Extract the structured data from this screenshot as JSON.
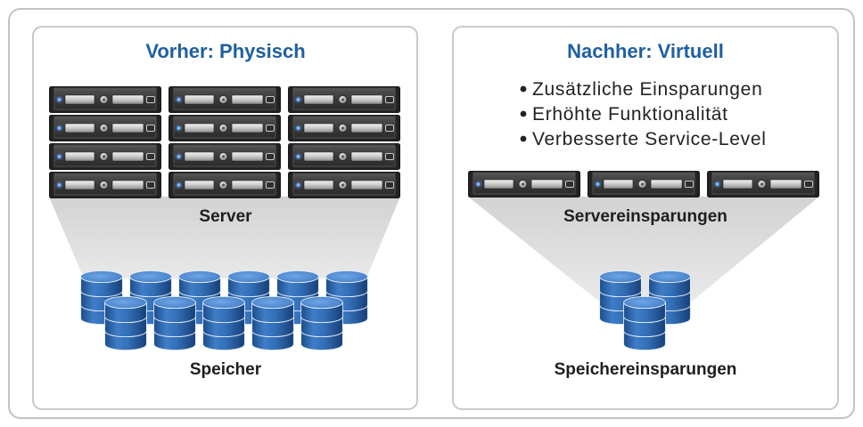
{
  "colors": {
    "title_blue": "#1f5fa0",
    "label_text": "#1e1e1e",
    "bullet_text": "#222222",
    "panel_border": "#c9c9c9",
    "frame_border": "#c2c2c2",
    "storage_blue": "#3470b8",
    "server_dark": "#2e2e2e",
    "funnel_gray": "#d3d3d3"
  },
  "icons": {
    "server": "server-rack-unit-icon",
    "storage": "storage-disk-stack-icon"
  },
  "left_panel": {
    "title": "Vorher: Physisch",
    "server_label": "Server",
    "storage_label": "Speicher"
  },
  "right_panel": {
    "title": "Nachher: Virtuell",
    "bullets": [
      "Zusätzliche Einsparungen",
      "Erhöhte Funktionalität",
      "Verbesserte Service-Level"
    ],
    "server_label": "Servereinsparungen",
    "storage_label": "Speichereinsparungen"
  }
}
